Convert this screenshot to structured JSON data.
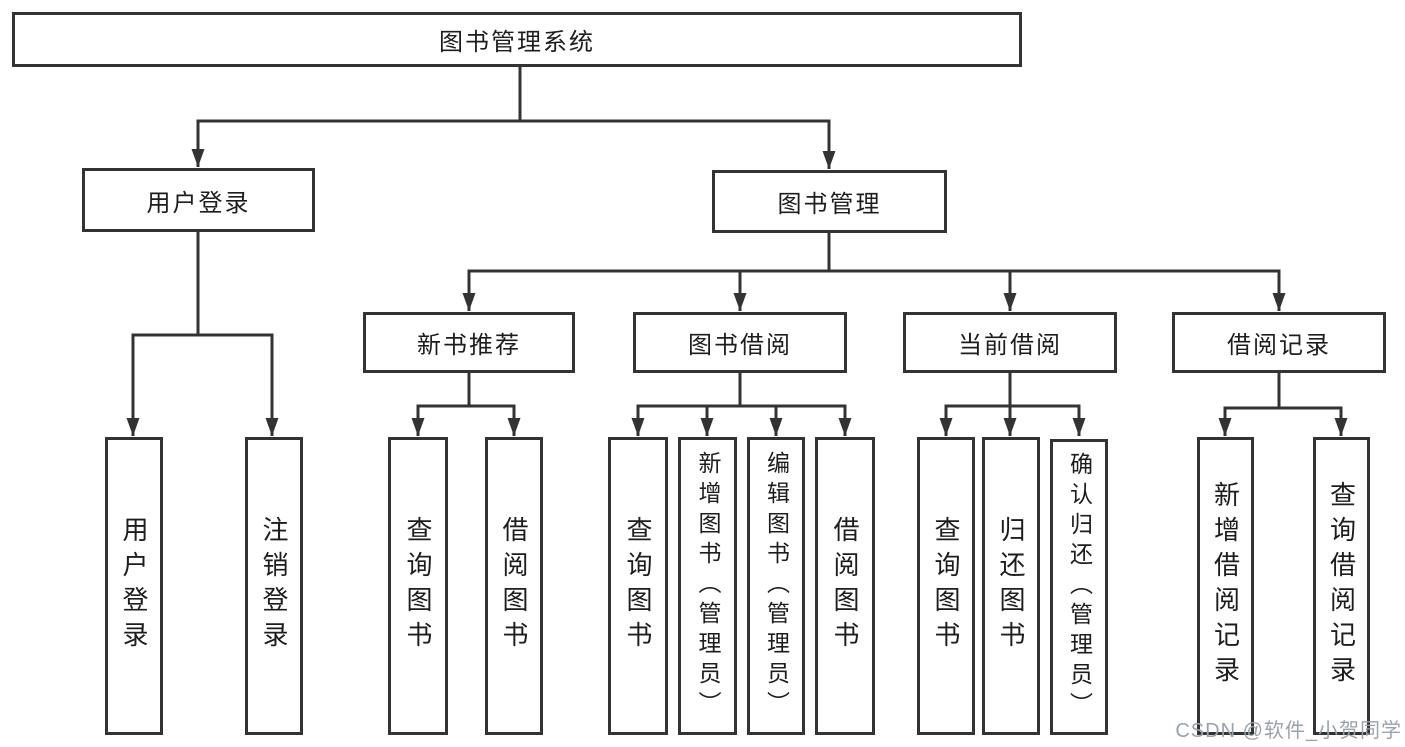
{
  "diagram": {
    "root": {
      "label": "图书管理系统"
    },
    "level2": {
      "user_login": {
        "label": "用户登录"
      },
      "book_mgmt": {
        "label": "图书管理"
      }
    },
    "level3": {
      "new_book_rec": {
        "label": "新书推荐"
      },
      "book_borrow": {
        "label": "图书借阅"
      },
      "current_borrow": {
        "label": "当前借阅"
      },
      "borrow_record": {
        "label": "借阅记录"
      }
    },
    "leaves": {
      "login": [
        {
          "label": "用户登录"
        },
        {
          "label": "注销登录"
        }
      ],
      "new_book_rec": [
        {
          "label": "查询图书"
        },
        {
          "label": "借阅图书"
        }
      ],
      "book_borrow": [
        {
          "label": "查询图书"
        },
        {
          "label": "新增图书（管理员）"
        },
        {
          "label": "编辑图书（管理员）"
        },
        {
          "label": "借阅图书"
        }
      ],
      "current_borrow": [
        {
          "label": "查询图书"
        },
        {
          "label": "归还图书"
        },
        {
          "label": "确认归还（管理员）"
        }
      ],
      "borrow_record": [
        {
          "label": "新增借阅记录"
        },
        {
          "label": "查询借阅记录"
        }
      ]
    }
  },
  "watermark": {
    "text": "CSDN @软件_小贺同学"
  },
  "colors": {
    "line": "#333333",
    "border": "#333333",
    "fill": "#ffffff",
    "text": "#1d1d1d",
    "watermark": "#9aa2aa"
  }
}
